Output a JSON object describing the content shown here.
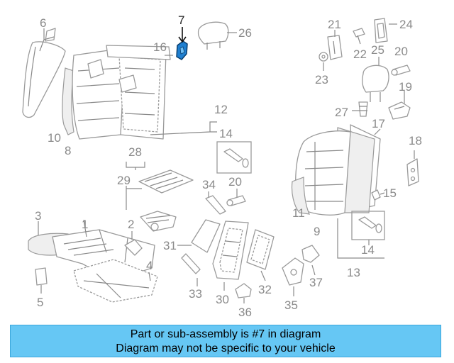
{
  "callouts": [
    "1",
    "2",
    "3",
    "4",
    "5",
    "6",
    "7",
    "8",
    "9",
    "10",
    "11",
    "12",
    "13",
    "14",
    "14",
    "15",
    "16",
    "17",
    "18",
    "19",
    "20",
    "20",
    "21",
    "22",
    "23",
    "24",
    "25",
    "26",
    "27",
    "28",
    "29",
    "30",
    "31",
    "32",
    "33",
    "34",
    "35",
    "36",
    "37"
  ],
  "highlight_part": "7",
  "highlight_color": "#1f7fd0",
  "banner": {
    "line1": "Part or sub-assembly is #7 in diagram",
    "line2": "Diagram may not be specific to your vehicle",
    "background": "#66c7f4"
  }
}
